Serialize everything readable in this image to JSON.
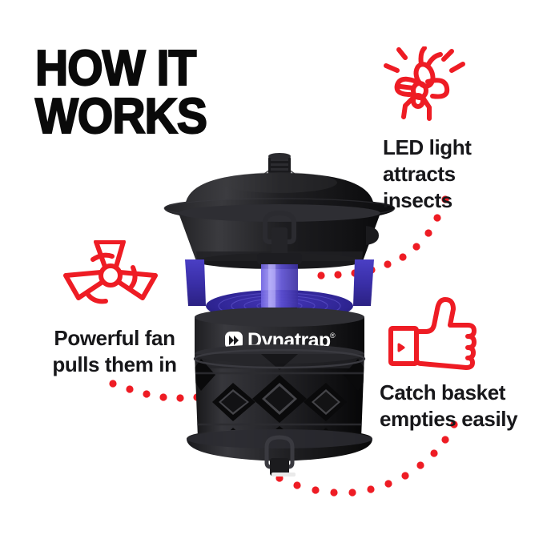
{
  "page": {
    "background_color": "#ffffff",
    "accent_color": "#ee1c24",
    "text_color": "#17171a",
    "product_color": "#1c1c1e",
    "uv_color": "#3a2fa8"
  },
  "title": {
    "line1": "HOW IT",
    "line2": "WORKS"
  },
  "callouts": [
    {
      "id": "led",
      "icon": "insect-light-icon",
      "line1": "LED light",
      "line2": "attracts",
      "line3": "insects"
    },
    {
      "id": "fan",
      "icon": "fan-icon",
      "line1": "Powerful fan",
      "line2": "pulls them in",
      "line3": ""
    },
    {
      "id": "basket",
      "icon": "thumbs-up-icon",
      "line1": "Catch basket",
      "line2": "empties easily",
      "line3": ""
    }
  ],
  "product": {
    "brand_label": "Dynatrap",
    "trademark": "®",
    "logo_icon": "dynatrap-chevron-logo"
  }
}
